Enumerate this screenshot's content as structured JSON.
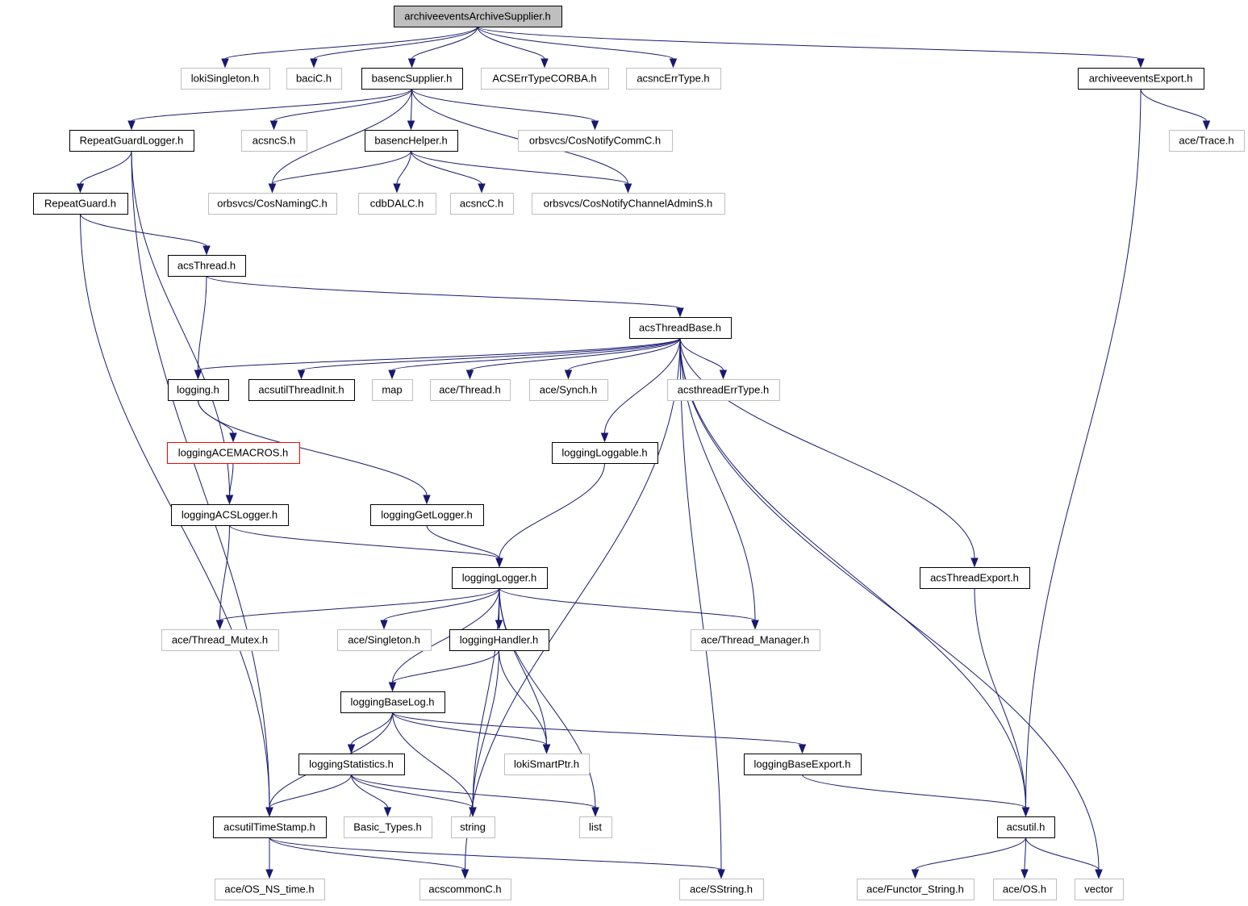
{
  "title": "archiveeventsArchiveSupplier.h",
  "colors": {
    "edge": "#191970",
    "root_fill": "#bfbfbf",
    "documented_border": "#000000",
    "undocumented_border": "#bfbfbf",
    "truncated_border": "#ff0000"
  },
  "nodes": [
    {
      "id": "root",
      "label": "archiveeventsArchiveSupplier.h",
      "kind": "root"
    },
    {
      "id": "lokiSingleton",
      "label": "lokiSingleton.h",
      "kind": "undocumented"
    },
    {
      "id": "baciC",
      "label": "baciC.h",
      "kind": "undocumented"
    },
    {
      "id": "basencSupplier",
      "label": "basencSupplier.h",
      "kind": "documented"
    },
    {
      "id": "ACSErrTypeCORBA",
      "label": "ACSErrTypeCORBA.h",
      "kind": "undocumented"
    },
    {
      "id": "acsncErrType",
      "label": "acsncErrType.h",
      "kind": "undocumented"
    },
    {
      "id": "archiveeventsExport",
      "label": "archiveeventsExport.h",
      "kind": "documented"
    },
    {
      "id": "RepeatGuardLogger",
      "label": "RepeatGuardLogger.h",
      "kind": "documented"
    },
    {
      "id": "acsncS",
      "label": "acsncS.h",
      "kind": "undocumented"
    },
    {
      "id": "basencHelper",
      "label": "basencHelper.h",
      "kind": "documented"
    },
    {
      "id": "CosNotifyCommC",
      "label": "orbsvcs/CosNotifyCommC.h",
      "kind": "undocumented"
    },
    {
      "id": "aceTrace",
      "label": "ace/Trace.h",
      "kind": "undocumented"
    },
    {
      "id": "RepeatGuard",
      "label": "RepeatGuard.h",
      "kind": "documented"
    },
    {
      "id": "CosNamingC",
      "label": "orbsvcs/CosNamingC.h",
      "kind": "undocumented"
    },
    {
      "id": "cdbDALC",
      "label": "cdbDALC.h",
      "kind": "undocumented"
    },
    {
      "id": "acsncC",
      "label": "acsncC.h",
      "kind": "undocumented"
    },
    {
      "id": "CosNotifyChannelAdminS",
      "label": "orbsvcs/CosNotifyChannelAdminS.h",
      "kind": "undocumented"
    },
    {
      "id": "acsThread",
      "label": "acsThread.h",
      "kind": "documented"
    },
    {
      "id": "acsThreadBase",
      "label": "acsThreadBase.h",
      "kind": "documented"
    },
    {
      "id": "logging",
      "label": "logging.h",
      "kind": "documented"
    },
    {
      "id": "acsutilThreadInit",
      "label": "acsutilThreadInit.h",
      "kind": "documented"
    },
    {
      "id": "map",
      "label": "map",
      "kind": "undocumented"
    },
    {
      "id": "aceThread",
      "label": "ace/Thread.h",
      "kind": "undocumented"
    },
    {
      "id": "aceSynch",
      "label": "ace/Synch.h",
      "kind": "undocumented"
    },
    {
      "id": "acsthreadErrType",
      "label": "acsthreadErrType.h",
      "kind": "undocumented"
    },
    {
      "id": "loggingACEMACROS",
      "label": "loggingACEMACROS.h",
      "kind": "truncated"
    },
    {
      "id": "loggingLoggable",
      "label": "loggingLoggable.h",
      "kind": "documented"
    },
    {
      "id": "loggingACSLogger",
      "label": "loggingACSLogger.h",
      "kind": "documented"
    },
    {
      "id": "loggingGetLogger",
      "label": "loggingGetLogger.h",
      "kind": "documented"
    },
    {
      "id": "loggingLogger",
      "label": "loggingLogger.h",
      "kind": "documented"
    },
    {
      "id": "acsThreadExport",
      "label": "acsThreadExport.h",
      "kind": "documented"
    },
    {
      "id": "aceThreadMutex",
      "label": "ace/Thread_Mutex.h",
      "kind": "undocumented"
    },
    {
      "id": "aceSingleton",
      "label": "ace/Singleton.h",
      "kind": "undocumented"
    },
    {
      "id": "loggingHandler",
      "label": "loggingHandler.h",
      "kind": "documented"
    },
    {
      "id": "aceThreadManager",
      "label": "ace/Thread_Manager.h",
      "kind": "undocumented"
    },
    {
      "id": "loggingBaseLog",
      "label": "loggingBaseLog.h",
      "kind": "documented"
    },
    {
      "id": "loggingStatistics",
      "label": "loggingStatistics.h",
      "kind": "documented"
    },
    {
      "id": "lokiSmartPtr",
      "label": "lokiSmartPtr.h",
      "kind": "undocumented"
    },
    {
      "id": "loggingBaseExport",
      "label": "loggingBaseExport.h",
      "kind": "documented"
    },
    {
      "id": "acsutilTimeStamp",
      "label": "acsutilTimeStamp.h",
      "kind": "documented"
    },
    {
      "id": "BasicTypes",
      "label": "Basic_Types.h",
      "kind": "undocumented"
    },
    {
      "id": "string",
      "label": "string",
      "kind": "undocumented"
    },
    {
      "id": "list",
      "label": "list",
      "kind": "undocumented"
    },
    {
      "id": "acsutil",
      "label": "acsutil.h",
      "kind": "documented"
    },
    {
      "id": "aceOSNStime",
      "label": "ace/OS_NS_time.h",
      "kind": "undocumented"
    },
    {
      "id": "acscommonC",
      "label": "acscommonC.h",
      "kind": "undocumented"
    },
    {
      "id": "aceSString",
      "label": "ace/SString.h",
      "kind": "undocumented"
    },
    {
      "id": "aceFunctorString",
      "label": "ace/Functor_String.h",
      "kind": "undocumented"
    },
    {
      "id": "aceOS",
      "label": "ace/OS.h",
      "kind": "undocumented"
    },
    {
      "id": "vector",
      "label": "vector",
      "kind": "undocumented"
    }
  ],
  "edges": [
    [
      "root",
      "lokiSingleton"
    ],
    [
      "root",
      "baciC"
    ],
    [
      "root",
      "basencSupplier"
    ],
    [
      "root",
      "ACSErrTypeCORBA"
    ],
    [
      "root",
      "acsncErrType"
    ],
    [
      "root",
      "archiveeventsExport"
    ],
    [
      "basencSupplier",
      "RepeatGuardLogger"
    ],
    [
      "basencSupplier",
      "acsncS"
    ],
    [
      "basencSupplier",
      "basencHelper"
    ],
    [
      "basencSupplier",
      "CosNotifyCommC"
    ],
    [
      "basencSupplier",
      "CosNamingC"
    ],
    [
      "basencSupplier",
      "CosNotifyChannelAdminS"
    ],
    [
      "archiveeventsExport",
      "aceTrace"
    ],
    [
      "archiveeventsExport",
      "acsutil"
    ],
    [
      "RepeatGuardLogger",
      "RepeatGuard"
    ],
    [
      "RepeatGuardLogger",
      "loggingACSLogger"
    ],
    [
      "RepeatGuardLogger",
      "acsutilTimeStamp"
    ],
    [
      "basencHelper",
      "CosNamingC"
    ],
    [
      "basencHelper",
      "cdbDALC"
    ],
    [
      "basencHelper",
      "acsncC"
    ],
    [
      "basencHelper",
      "CosNotifyChannelAdminS"
    ],
    [
      "RepeatGuard",
      "acsThread"
    ],
    [
      "RepeatGuard",
      "acsutilTimeStamp"
    ],
    [
      "acsThread",
      "acsThreadBase"
    ],
    [
      "acsThread",
      "logging"
    ],
    [
      "acsThreadBase",
      "logging"
    ],
    [
      "acsThreadBase",
      "acsutilThreadInit"
    ],
    [
      "acsThreadBase",
      "map"
    ],
    [
      "acsThreadBase",
      "aceThread"
    ],
    [
      "acsThreadBase",
      "aceSynch"
    ],
    [
      "acsThreadBase",
      "acsthreadErrType"
    ],
    [
      "acsThreadBase",
      "loggingLoggable"
    ],
    [
      "acsThreadBase",
      "aceThreadManager"
    ],
    [
      "acsThreadBase",
      "acscommonC"
    ],
    [
      "acsThreadBase",
      "aceSString"
    ],
    [
      "acsThreadBase",
      "acsThreadExport"
    ],
    [
      "acsThreadBase",
      "acsutil"
    ],
    [
      "acsThreadBase",
      "vector"
    ],
    [
      "logging",
      "loggingACEMACROS"
    ],
    [
      "logging",
      "loggingGetLogger"
    ],
    [
      "loggingACEMACROS",
      "loggingACSLogger"
    ],
    [
      "loggingLoggable",
      "loggingLogger"
    ],
    [
      "loggingACSLogger",
      "loggingLogger"
    ],
    [
      "loggingACSLogger",
      "aceThreadMutex"
    ],
    [
      "loggingGetLogger",
      "loggingLogger"
    ],
    [
      "loggingLogger",
      "aceThreadMutex"
    ],
    [
      "loggingLogger",
      "aceSingleton"
    ],
    [
      "loggingLogger",
      "loggingHandler"
    ],
    [
      "loggingLogger",
      "aceThreadManager"
    ],
    [
      "loggingLogger",
      "loggingBaseLog"
    ],
    [
      "loggingLogger",
      "lokiSmartPtr"
    ],
    [
      "loggingLogger",
      "string"
    ],
    [
      "loggingLogger",
      "list"
    ],
    [
      "acsThreadExport",
      "acsutil"
    ],
    [
      "loggingHandler",
      "loggingBaseLog"
    ],
    [
      "loggingHandler",
      "lokiSmartPtr"
    ],
    [
      "loggingHandler",
      "string"
    ],
    [
      "loggingBaseLog",
      "loggingStatistics"
    ],
    [
      "loggingBaseLog",
      "lokiSmartPtr"
    ],
    [
      "loggingBaseLog",
      "loggingBaseExport"
    ],
    [
      "loggingBaseLog",
      "acsutilTimeStamp"
    ],
    [
      "loggingBaseLog",
      "string"
    ],
    [
      "loggingStatistics",
      "acsutilTimeStamp"
    ],
    [
      "loggingStatistics",
      "BasicTypes"
    ],
    [
      "loggingStatistics",
      "string"
    ],
    [
      "loggingStatistics",
      "list"
    ],
    [
      "loggingBaseExport",
      "acsutil"
    ],
    [
      "acsutilTimeStamp",
      "aceOSNStime"
    ],
    [
      "acsutilTimeStamp",
      "acscommonC"
    ],
    [
      "acsutilTimeStamp",
      "aceSString"
    ],
    [
      "acsutil",
      "aceFunctorString"
    ],
    [
      "acsutil",
      "aceOS"
    ],
    [
      "acsutil",
      "vector"
    ]
  ]
}
